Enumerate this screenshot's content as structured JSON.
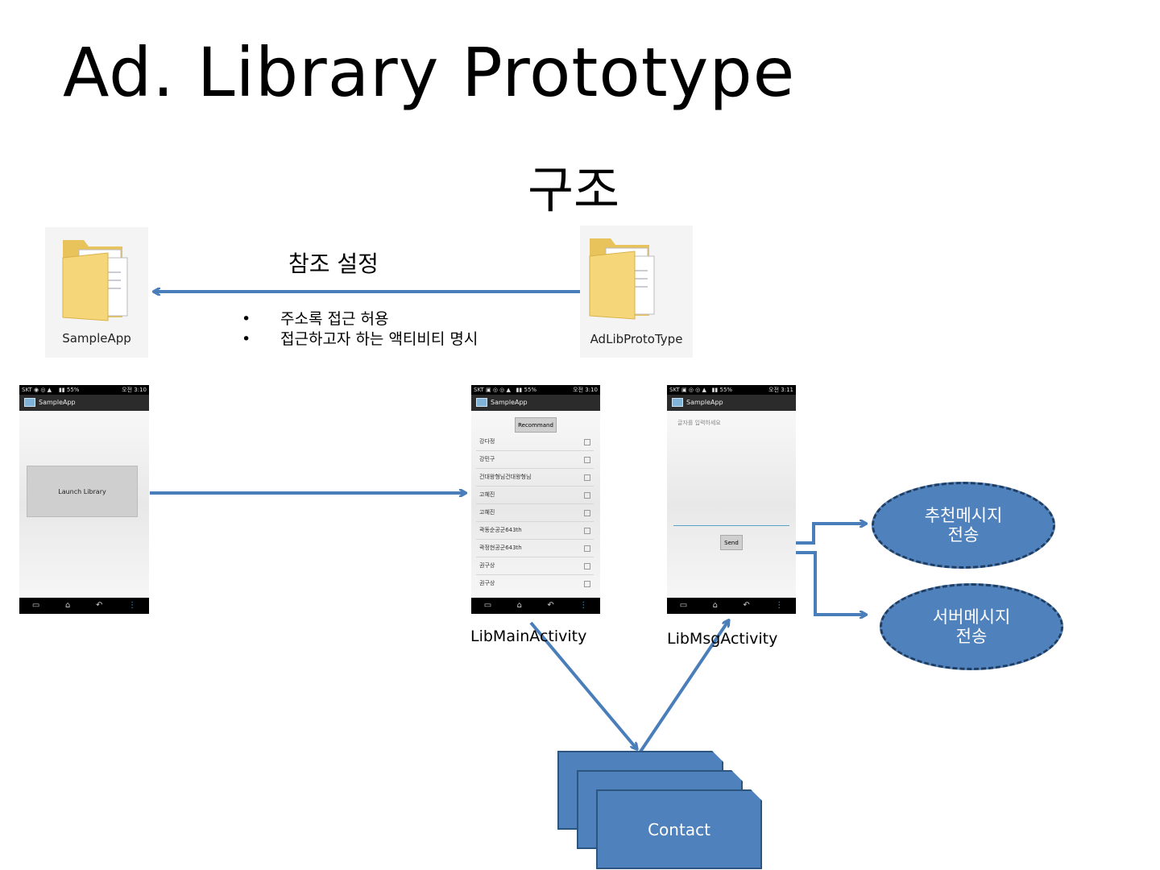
{
  "title": "Ad. Library Prototype",
  "subtitle": "구조",
  "reference": {
    "label": "참조 설정",
    "bullets": [
      "주소록 접근 허용",
      "접근하고자 하는 액티비티 명시"
    ]
  },
  "folders": {
    "left": "SampleApp",
    "right": "AdLibProtoType"
  },
  "phones": {
    "status": {
      "carrier": "SKT",
      "battery": "55%",
      "time_main": "오전 3:10",
      "time_msg": "오전 3:11"
    },
    "app_title": "SampleApp",
    "sample": {
      "launch_button": "Launch Library"
    },
    "lib_main": {
      "recommand_button": "Recommand",
      "contacts": [
        "강다정",
        "강민구",
        "건대왕형님건대왕형님",
        "고혜진",
        "고혜진",
        "곽동순공군643th",
        "곽정현공군643th",
        "권구상",
        "권구상"
      ]
    },
    "lib_msg": {
      "hint": "글자를 입력하세요",
      "send_button": "Send"
    }
  },
  "activity_labels": {
    "main": "LibMainActivity",
    "msg": "LibMsgActivity"
  },
  "outputs": {
    "recommend": [
      "추천메시지",
      "전송"
    ],
    "server": [
      "서버메시지",
      "전송"
    ]
  },
  "contact_stack": {
    "label": "Contact"
  },
  "colors": {
    "arrow": "#4a7ebb",
    "shape_fill": "#4f81bd",
    "shape_border": "#203e62"
  }
}
